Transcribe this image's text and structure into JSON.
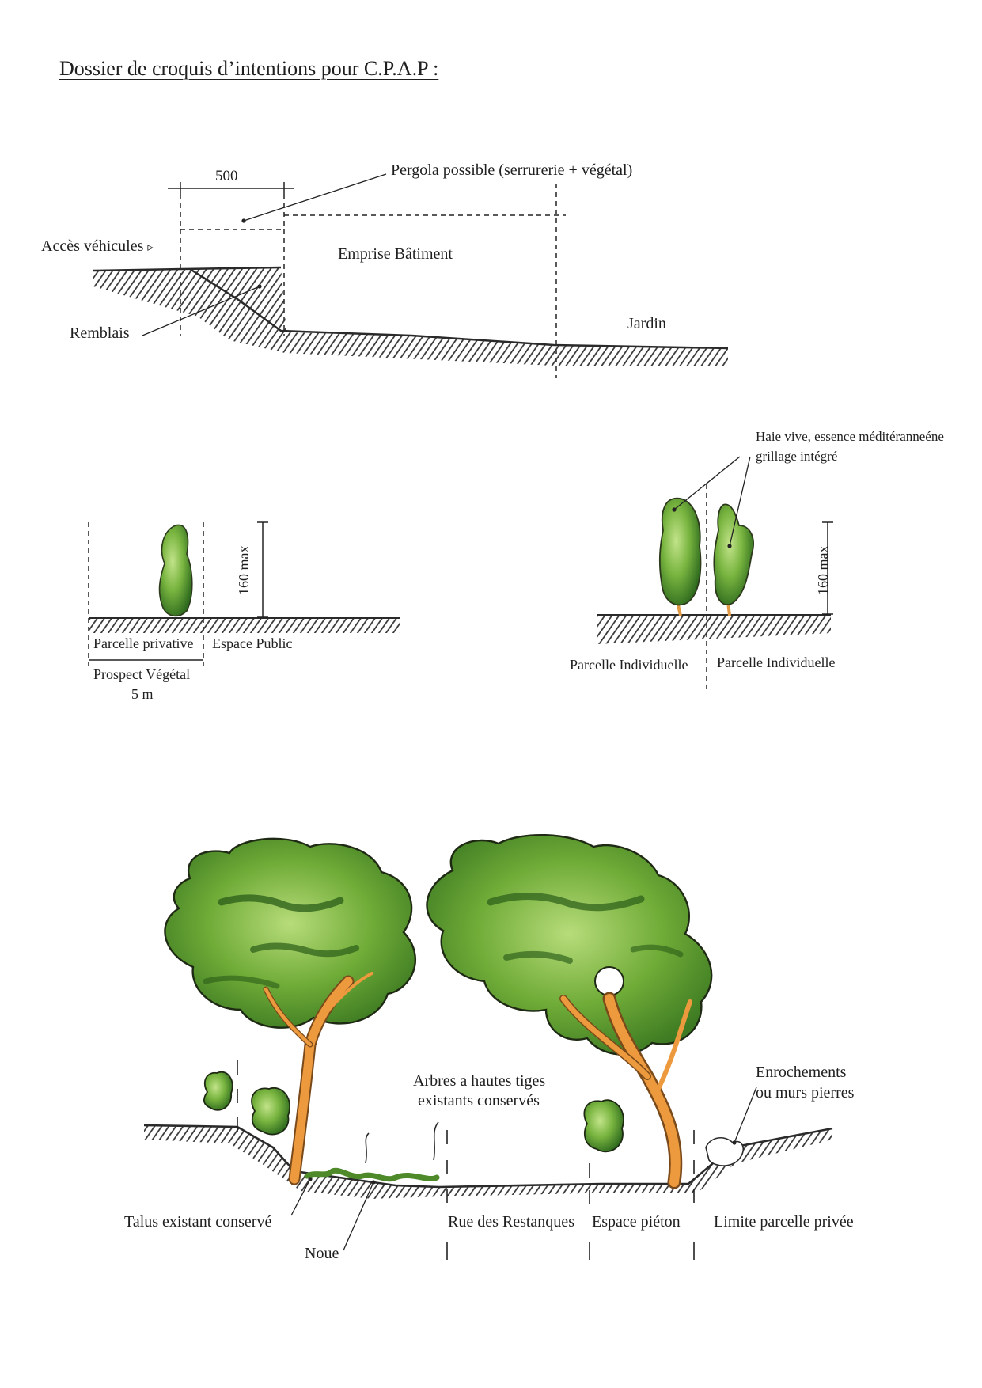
{
  "title": "Dossier de croquis d’intentions pour C.P.A.P :",
  "section1": {
    "dimension": "500",
    "pergola": "Pergola possible (serrurerie + végétal)",
    "acces": "Accès véhicules",
    "acces_arrow": "▹",
    "emprise": "Emprise Bâtiment",
    "jardin": "Jardin",
    "remblais": "Remblais"
  },
  "section2": {
    "height": "160 max",
    "parcelle_privative": "Parcelle privative",
    "espace_public": "Espace Public",
    "prospect": "Prospect Végétal",
    "prospect_dist": "5 m"
  },
  "section3": {
    "haie_line1": "Haie vive, essence méditéranneéne",
    "haie_line2": "grillage intégré",
    "height": "160 max",
    "parcelle_left": "Parcelle Individuelle",
    "parcelle_right": "Parcelle Individuelle"
  },
  "section4": {
    "arbres_line1": "Arbres a hautes tiges",
    "arbres_line2": "existants conservés",
    "enroch_line1": "Enrochements",
    "enroch_line2": "ou murs pierres",
    "talus": "Talus existant conservé",
    "noue": "Noue",
    "rue": "Rue des Restanques",
    "pieton": "Espace piéton",
    "limite": "Limite parcelle privée"
  },
  "colors": {
    "foliage_dark": "#2f6b1e",
    "foliage_mid": "#5a9a2e",
    "foliage_light": "#a9d46a",
    "trunk": "#e8963a",
    "ground": "#3a3a3a"
  }
}
